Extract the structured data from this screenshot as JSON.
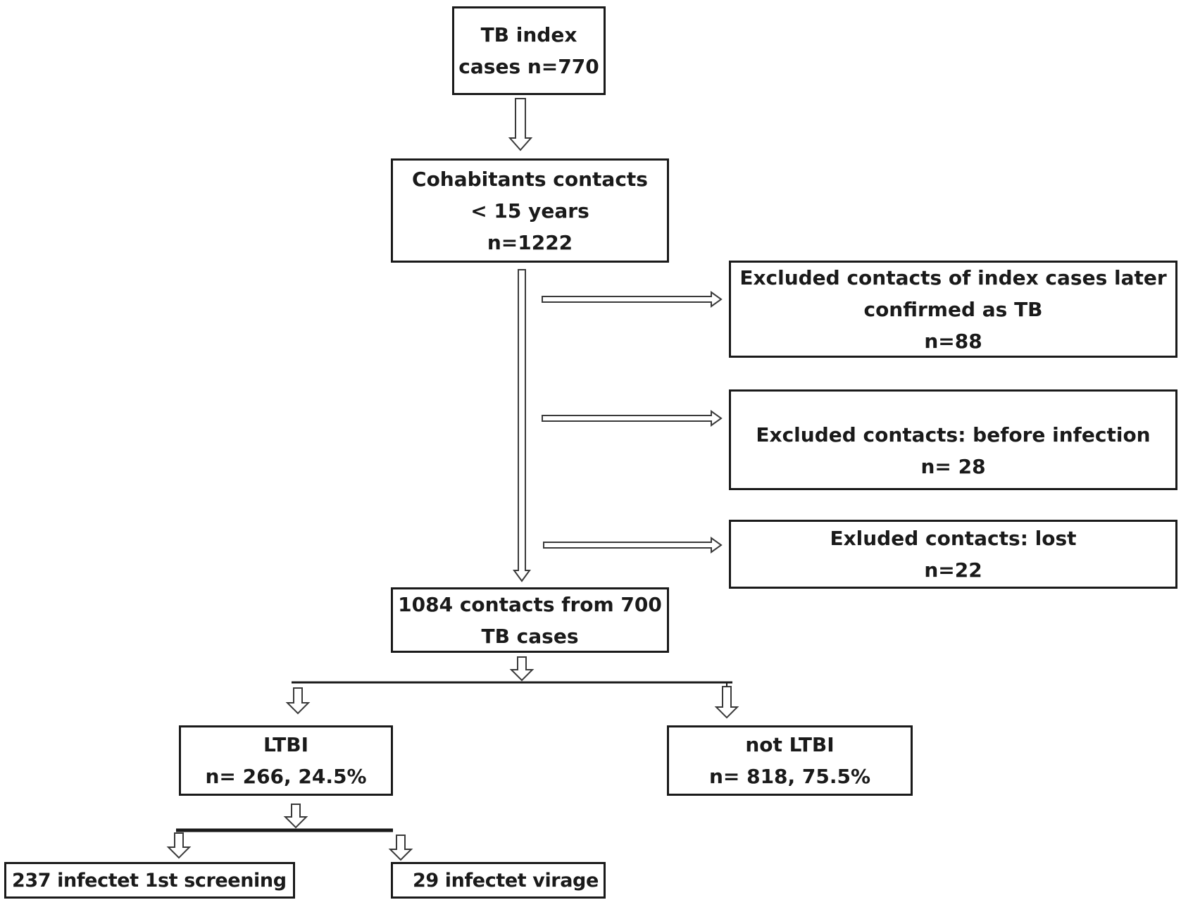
{
  "diagram": {
    "index_cases": {
      "line1": "TB index",
      "line2": "cases n=770"
    },
    "cohabitants": {
      "line1": "Cohabitants contacts",
      "line2": "< 15 years",
      "line3": "n=1222"
    },
    "excluded_later_tb": {
      "line1": "Excluded contacts of index cases later",
      "line2": "confirmed as TB",
      "line3": "n=88"
    },
    "excluded_before_infection": {
      "line1": "Excluded contacts: before infection",
      "line2": "n= 28"
    },
    "excluded_lost": {
      "line1": "Exluded contacts: lost",
      "line2": "n=22"
    },
    "contacts_final": {
      "line1": "1084 contacts from 700",
      "line2": "TB cases"
    },
    "ltbi": {
      "line1": "LTBI",
      "line2": "n= 266, 24.5%"
    },
    "not_ltbi": {
      "line1": "not LTBI",
      "line2": "n= 818, 75.5%"
    },
    "first_screening": {
      "line1": "237 infectet 1st screening"
    },
    "virage": {
      "line1": "29 infectet virage"
    }
  }
}
